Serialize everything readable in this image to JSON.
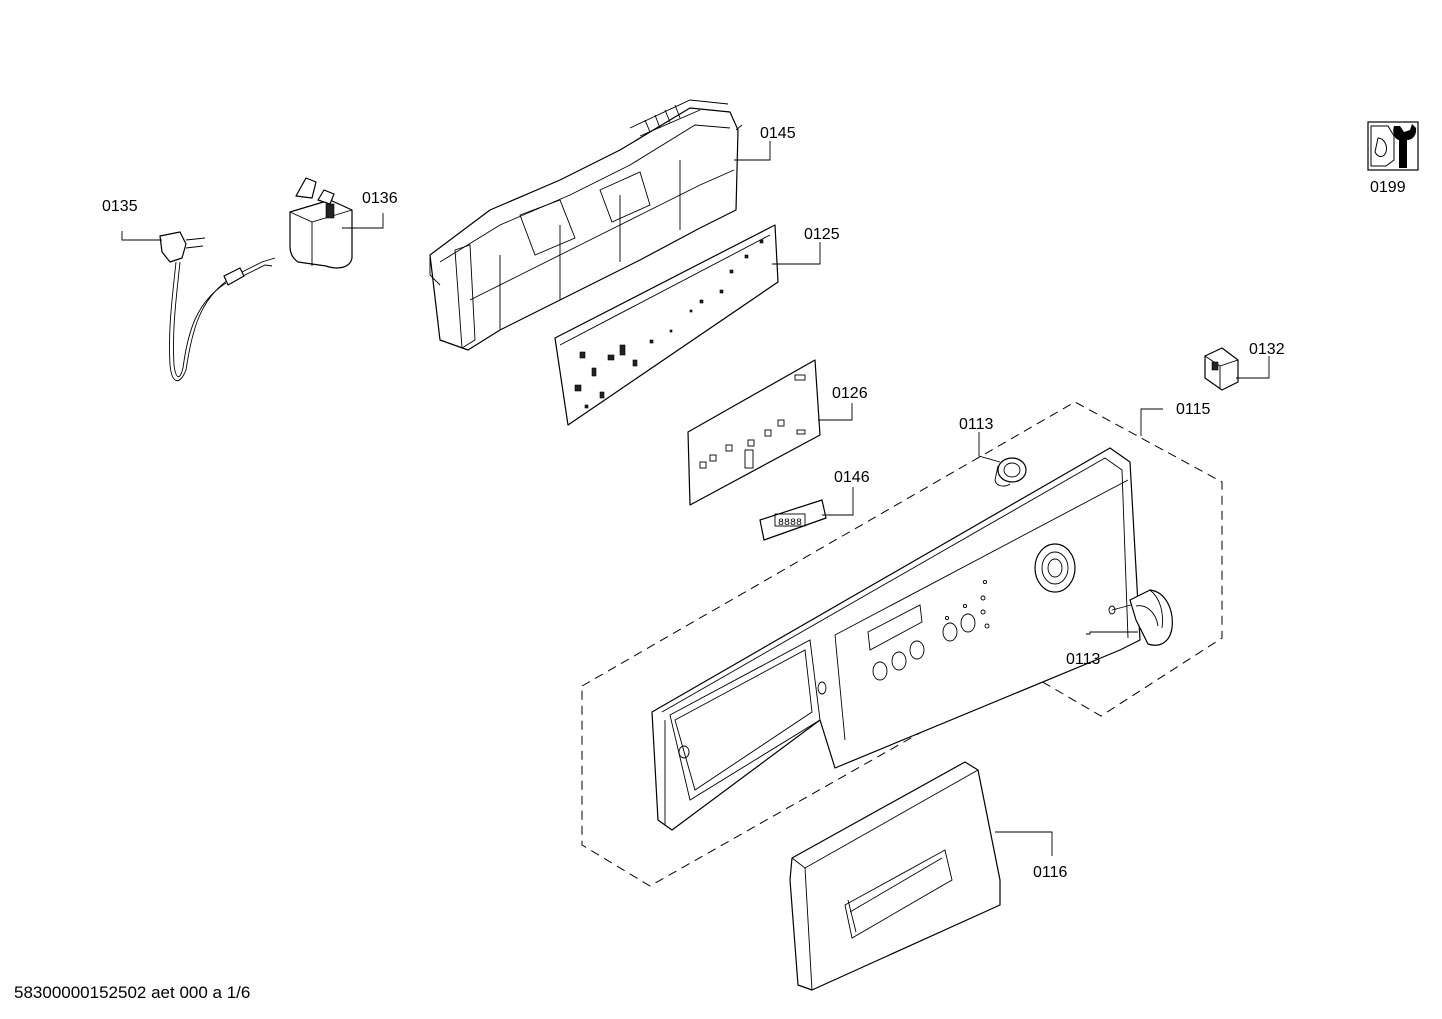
{
  "labels": {
    "p0135": "0135",
    "p0136": "0136",
    "p0145": "0145",
    "p0125": "0125",
    "p0126": "0126",
    "p0146": "0146",
    "p0113a": "0113",
    "p0113b": "0113",
    "p0115": "0115",
    "p0132": "0132",
    "p0116": "0116",
    "p0199": "0199"
  },
  "document_id": "58300000152502 aet 000 a 1/6"
}
